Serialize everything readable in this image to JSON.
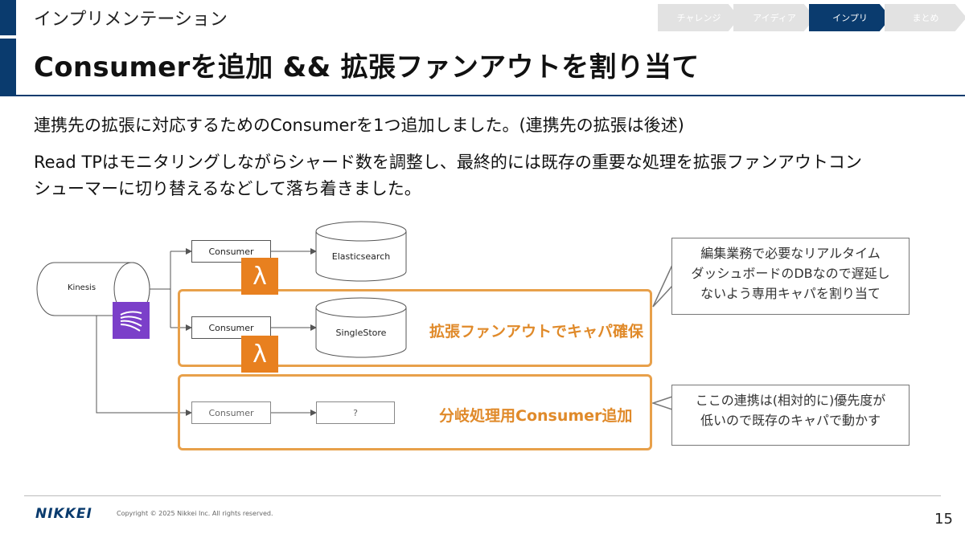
{
  "header": {
    "section": "インプリメンテーション",
    "title": "Consumerを追加 && 拡張ファンアウトを割り当て"
  },
  "steps": [
    {
      "label": "チャレンジ",
      "active": false
    },
    {
      "label": "アイディア",
      "active": false
    },
    {
      "label": "インプリ",
      "active": true
    },
    {
      "label": "まとめ",
      "active": false
    }
  ],
  "body": {
    "line1": "連携先の拡張に対応するためのConsumerを1つ追加しました。(連携先の拡張は後述)",
    "line2a": "Read TPはモニタリングしながらシャード数を調整し、最終的には既存の重要な処理を拡張ファンアウトコン",
    "line2b": "シューマーに切り替えるなどして落ち着きました。"
  },
  "diagram": {
    "kinesis": "Kinesis",
    "consumer1": "Consumer",
    "consumer2": "Consumer",
    "consumer3": "Consumer",
    "db1": "Elasticsearch",
    "db2": "SingleStore",
    "unknown": "?",
    "group1_label": "拡張ファンアウトでキャパ確保",
    "group2_label": "分岐処理用Consumer追加",
    "callout1": [
      "編集業務で必要なリアルタイム",
      "ダッシュボードのDBなので遅延し",
      "ないよう専用キャパを割り当て"
    ],
    "callout2": [
      "ここの連携は(相対的に)優先度が",
      "低いので既存のキャパで動かす"
    ],
    "lambda_icon": "aws-lambda-icon",
    "kinesis_icon": "aws-kinesis-icon"
  },
  "footer": {
    "logo": "NIKKEI",
    "copyright": "Copyright © 2025 Nikkei Inc. All rights reserved.",
    "page": "15"
  },
  "colors": {
    "navy": "#0a3b6e",
    "orange": "#e8a04a",
    "lambda": "#e8801f",
    "kinesis": "#7b3fc9"
  }
}
